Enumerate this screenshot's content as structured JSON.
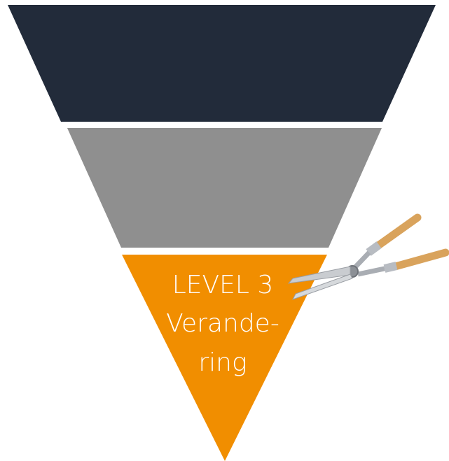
{
  "funnel": {
    "tiers": [
      {
        "id": "level-1",
        "color": "#222b3a",
        "lines": []
      },
      {
        "id": "level-2",
        "color": "#8f8f8f",
        "lines": []
      },
      {
        "id": "level-3",
        "color": "#f18e00",
        "lines": [
          "LEVEL 3",
          "Verande-",
          "ring"
        ]
      }
    ]
  },
  "decoration": {
    "icon": "hedge-shears-icon",
    "handle_color": "#d9a35c",
    "blade_color": "#c9ccd0"
  }
}
